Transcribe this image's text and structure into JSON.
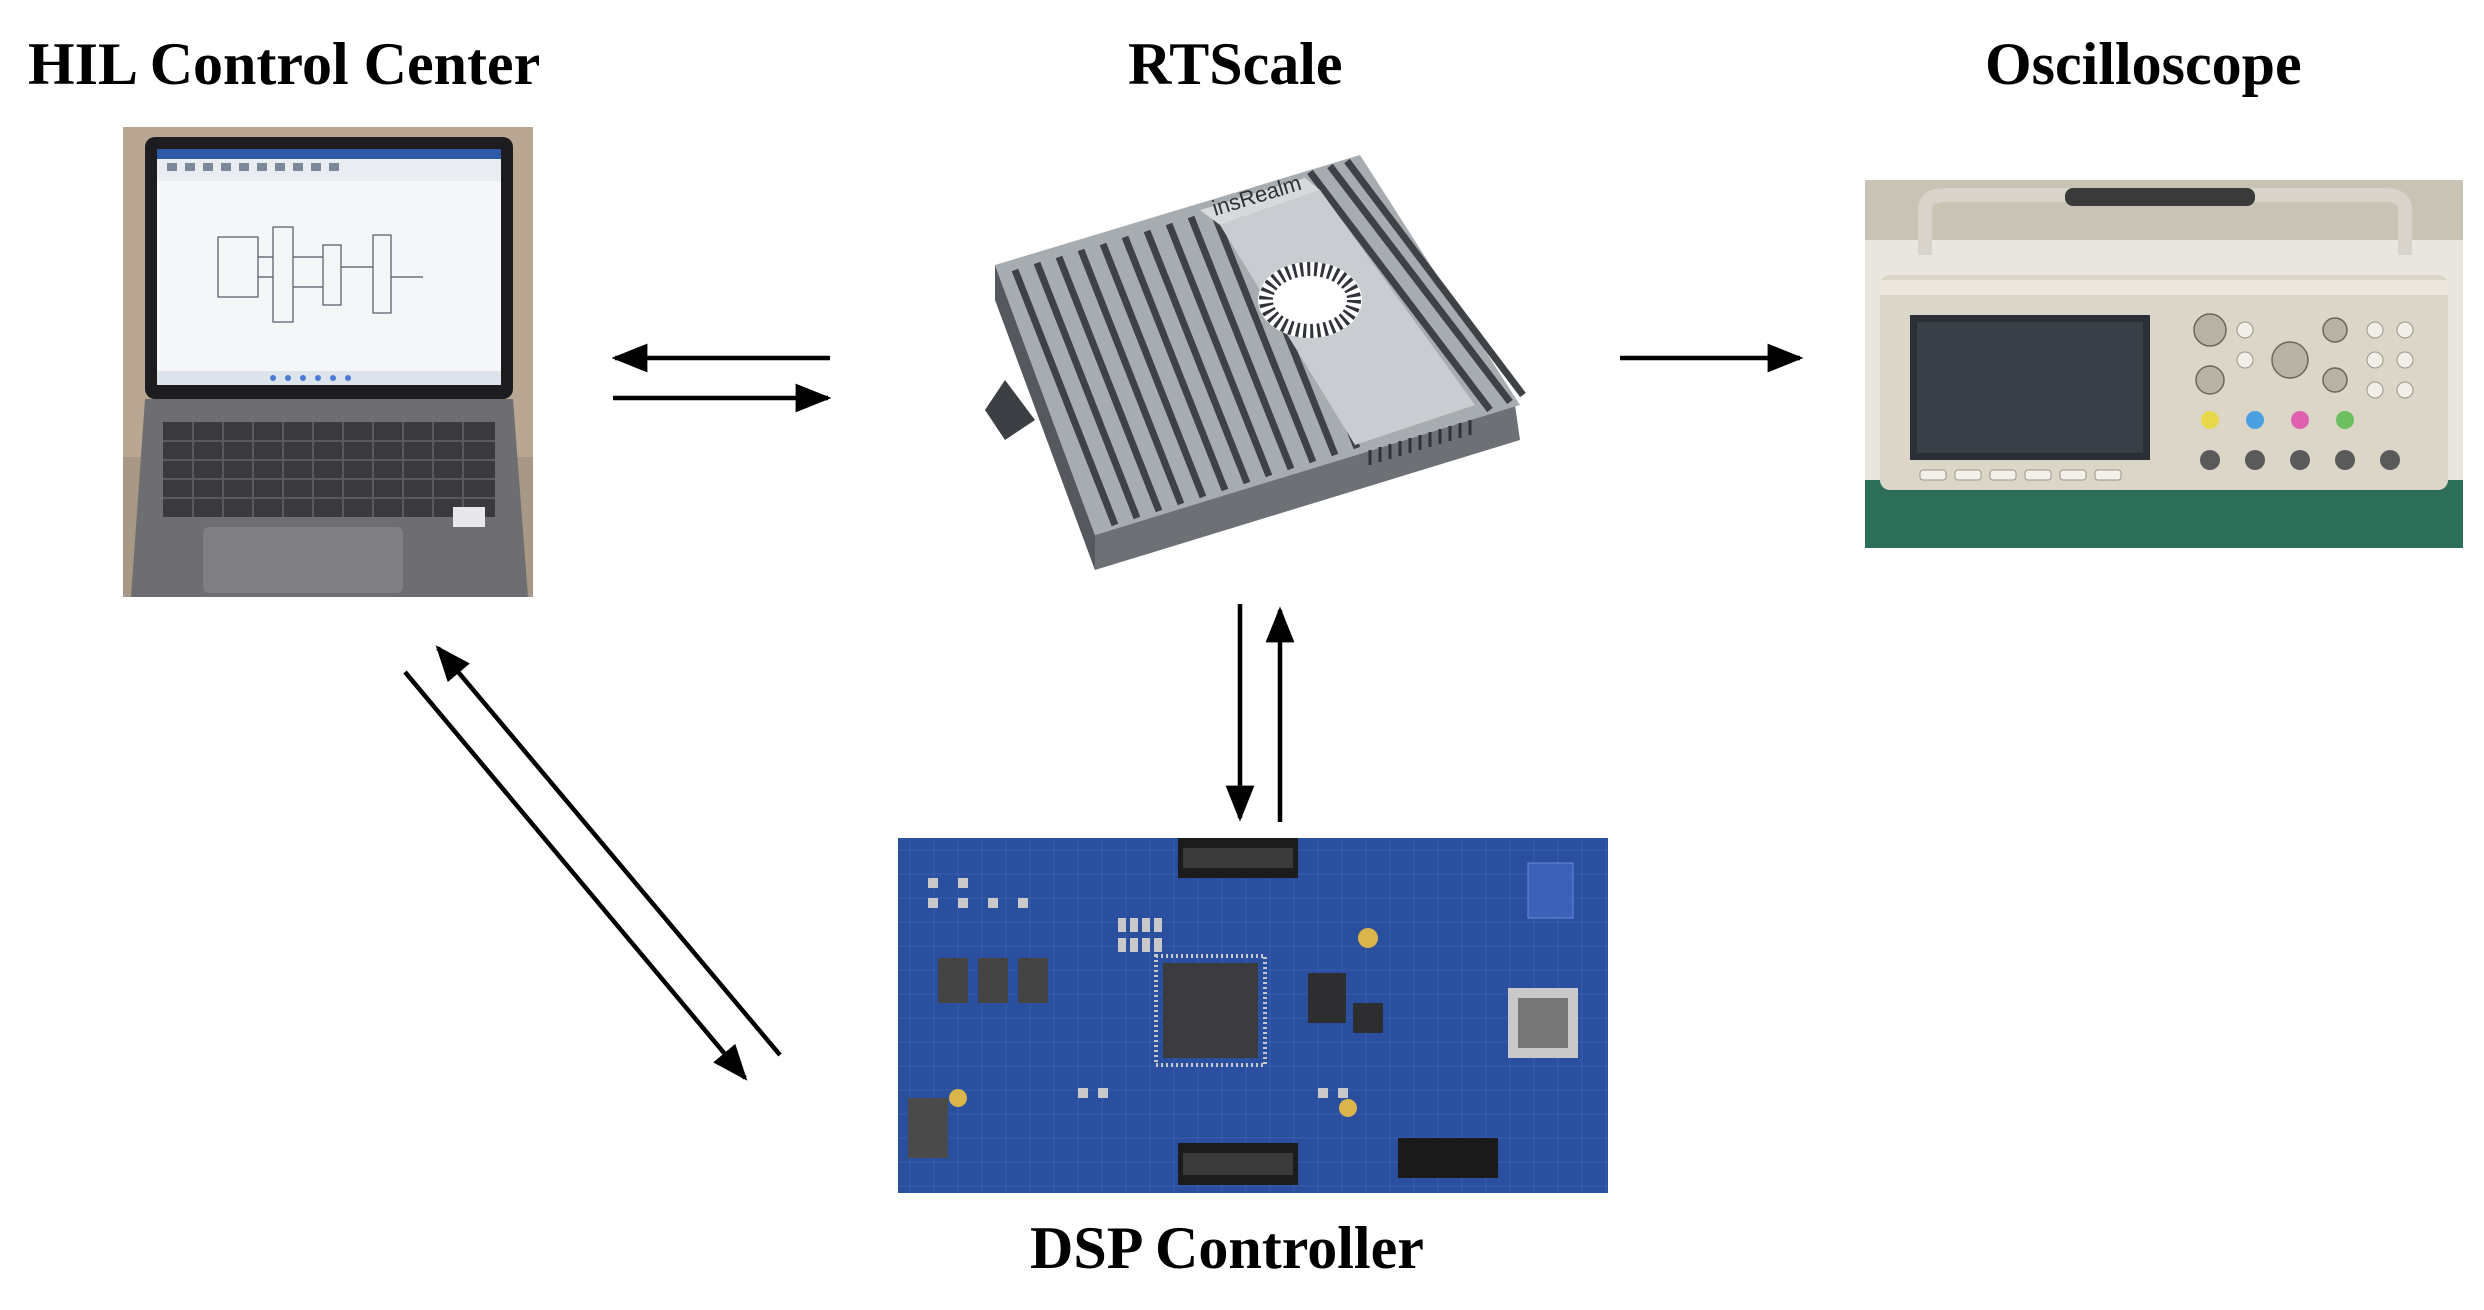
{
  "labels": {
    "hil": "HIL Control Center",
    "rtscale": "RTScale",
    "oscilloscope": "Oscilloscope",
    "dsp": "DSP Controller"
  },
  "device_brand": "insRealm",
  "colors": {
    "arrow": "#000000",
    "pcb_blue": "#2a4f9e",
    "scope_body": "#d9d3c6",
    "laptop_body": "#6e6e72",
    "rtscale_body": "#9ea3a8"
  }
}
